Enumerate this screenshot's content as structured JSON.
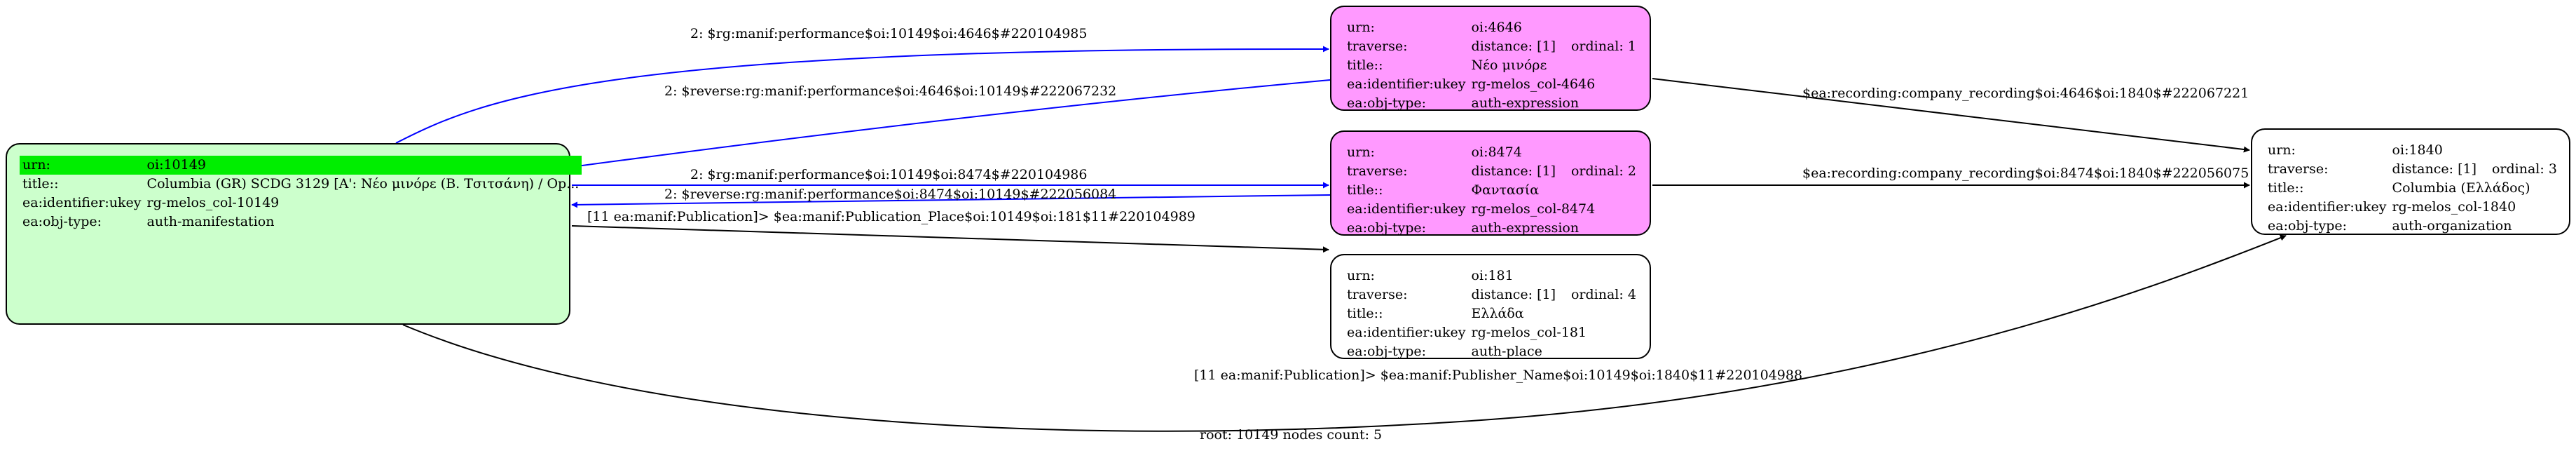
{
  "nodes": [
    {
      "id": "oi:10149",
      "kind": "root",
      "rows": [
        {
          "key": "urn:",
          "value": "oi:10149",
          "highlight": true
        },
        {
          "key": "title::",
          "value": "Columbia (GR) SCDG 3129 [Α': Νέο μινόρε (Β. Τσιτσάνη) / Op..."
        },
        {
          "key": "ea:identifier:ukey",
          "value": "rg-melos_col-10149"
        },
        {
          "key": "ea:obj-type:",
          "value": "auth-manifestation"
        }
      ]
    },
    {
      "id": "oi:4646",
      "kind": "expr",
      "rows": [
        {
          "key": "urn:",
          "value": "oi:4646"
        },
        {
          "key": "traverse:",
          "value": "distance: [1]",
          "extra": "ordinal: 1"
        },
        {
          "key": "title::",
          "value": "Νέο μινόρε"
        },
        {
          "key": "ea:identifier:ukey",
          "value": "rg-melos_col-4646"
        },
        {
          "key": "ea:obj-type:",
          "value": "auth-expression"
        }
      ]
    },
    {
      "id": "oi:8474",
      "kind": "expr",
      "rows": [
        {
          "key": "urn:",
          "value": "oi:8474"
        },
        {
          "key": "traverse:",
          "value": "distance: [1]",
          "extra": "ordinal: 2"
        },
        {
          "key": "title::",
          "value": "Φαντασία"
        },
        {
          "key": "ea:identifier:ukey",
          "value": "rg-melos_col-8474"
        },
        {
          "key": "ea:obj-type:",
          "value": "auth-expression"
        }
      ]
    },
    {
      "id": "oi:181",
      "kind": "plain",
      "rows": [
        {
          "key": "urn:",
          "value": "oi:181"
        },
        {
          "key": "traverse:",
          "value": "distance: [1]",
          "extra": "ordinal: 4"
        },
        {
          "key": "title::",
          "value": "Ελλάδα"
        },
        {
          "key": "ea:identifier:ukey",
          "value": "rg-melos_col-181"
        },
        {
          "key": "ea:obj-type:",
          "value": "auth-place"
        }
      ]
    },
    {
      "id": "oi:1840",
      "kind": "plain",
      "rows": [
        {
          "key": "urn:",
          "value": "oi:1840"
        },
        {
          "key": "traverse:",
          "value": "distance: [1]",
          "extra": "ordinal: 3"
        },
        {
          "key": "title::",
          "value": "Columbia (Ελλάδος)"
        },
        {
          "key": "ea:identifier:ukey",
          "value": "rg-melos_col-1840"
        },
        {
          "key": "ea:obj-type:",
          "value": "auth-organization"
        }
      ]
    }
  ],
  "edges": [
    {
      "from": "oi:10149",
      "to": "oi:4646",
      "color": "#0000ff",
      "label": "2: $rg:manif:performance$oi:10149$oi:4646$#220104985"
    },
    {
      "from": "oi:4646",
      "to": "oi:10149",
      "color": "#0000ff",
      "label": "2: $reverse:rg:manif:performance$oi:4646$oi:10149$#222067232"
    },
    {
      "from": "oi:10149",
      "to": "oi:8474",
      "color": "#0000ff",
      "label": "2: $rg:manif:performance$oi:10149$oi:8474$#220104986"
    },
    {
      "from": "oi:8474",
      "to": "oi:10149",
      "color": "#0000ff",
      "label": "2: $reverse:rg:manif:performance$oi:8474$oi:10149$#222056084"
    },
    {
      "from": "oi:10149",
      "to": "oi:181",
      "color": "#000000",
      "label": "[11 ea:manif:Publication]> $ea:manif:Publication_Place$oi:10149$oi:181$11#220104989"
    },
    {
      "from": "oi:4646",
      "to": "oi:1840",
      "color": "#000000",
      "label": "$ea:recording:company_recording$oi:4646$oi:1840$#222067221"
    },
    {
      "from": "oi:8474",
      "to": "oi:1840",
      "color": "#000000",
      "label": "$ea:recording:company_recording$oi:8474$oi:1840$#222056075"
    },
    {
      "from": "oi:10149",
      "to": "oi:1840",
      "color": "#000000",
      "label": "[11 ea:manif:Publication]> $ea:manif:Publisher_Name$oi:10149$oi:1840$11#220104988"
    }
  ],
  "footer": "root: 10149 nodes count: 5"
}
